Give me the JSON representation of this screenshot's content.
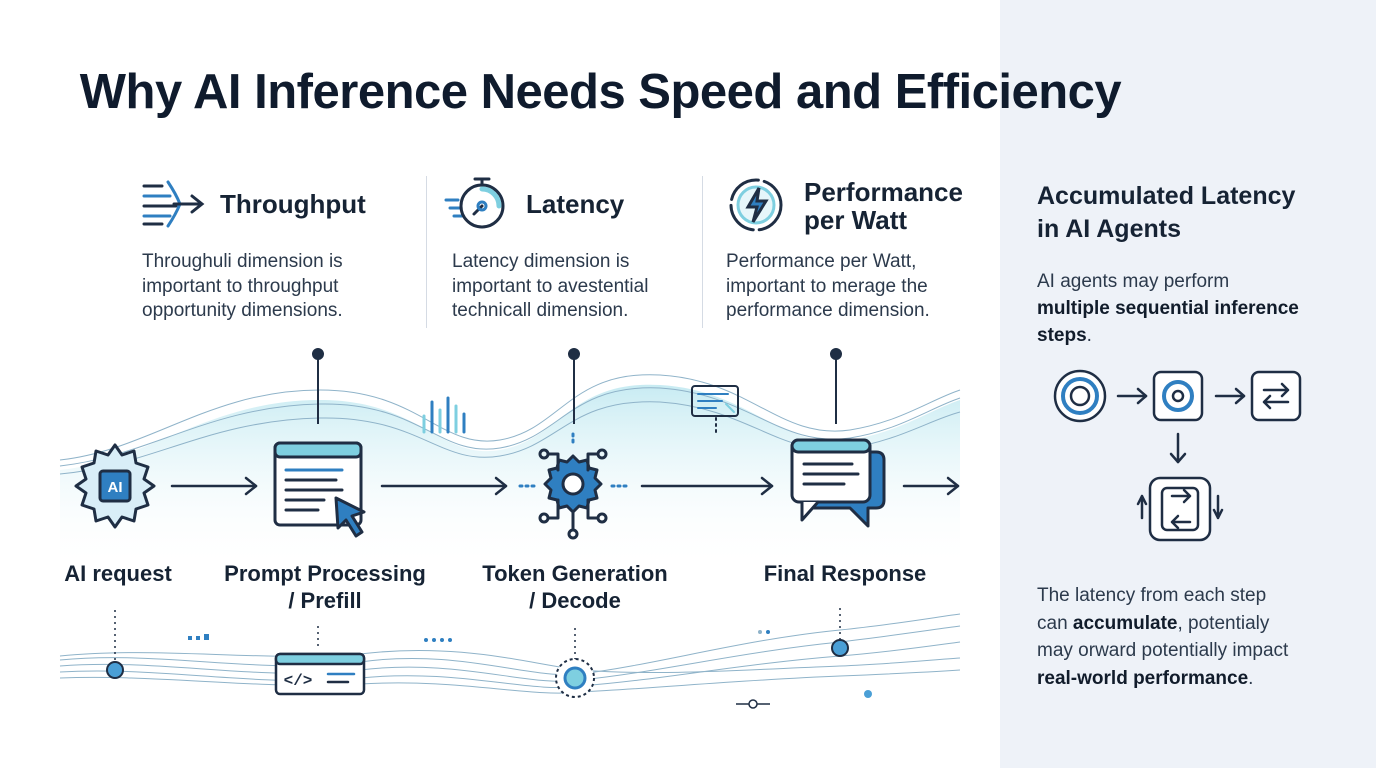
{
  "title": "Why AI Inference Needs Speed and Efficiency",
  "metrics": [
    {
      "label": "Throughput",
      "icon": "throughput-arrows-icon",
      "desc": [
        "Throughuli dimension is",
        "important to throughput",
        "opportunity dimensions."
      ]
    },
    {
      "label": "Latency",
      "icon": "stopwatch-icon",
      "desc": [
        "Latency dimension is",
        "important to avestential",
        "technicall dimension."
      ]
    },
    {
      "label_lines": [
        "Performance",
        "per Watt"
      ],
      "icon": "lightning-gauge-icon",
      "desc": [
        "Performance per Watt,",
        "important to merage the",
        "performance dimension."
      ]
    }
  ],
  "stages": [
    {
      "lines": [
        "AI request"
      ],
      "icon": "ai-gear-icon"
    },
    {
      "lines": [
        "Prompt Processing",
        "/ Prefill"
      ],
      "icon": "browser-window-cursor-icon"
    },
    {
      "lines": [
        "Token Generation",
        "/ Decode"
      ],
      "icon": "gear-circuit-icon"
    },
    {
      "lines": [
        "Final Response"
      ],
      "icon": "chat-bubble-icon"
    }
  ],
  "ai_chip_text": "AI",
  "code_tag_text": "</>",
  "sidebar": {
    "title_lines": [
      "Accumulated Latency",
      "in AI Agents"
    ],
    "intro_plain": "AI agents may perform",
    "intro_bold": "multiple sequential inference steps",
    "intro_end": ".",
    "outro_line1": "The latency from each step",
    "outro_line2_plain": "can ",
    "outro_line2_bold": "accumulate",
    "outro_line2_end": ", potentialy",
    "outro_line3": "may orward potentially impact",
    "outro_bold_end": "real-world performance",
    "outro_final": "."
  },
  "colors": {
    "accent": "#2f7fc1",
    "accent_light": "#7ecfe0",
    "dark": "#1f2e44",
    "sidebar_bg": "#eef2f8"
  }
}
